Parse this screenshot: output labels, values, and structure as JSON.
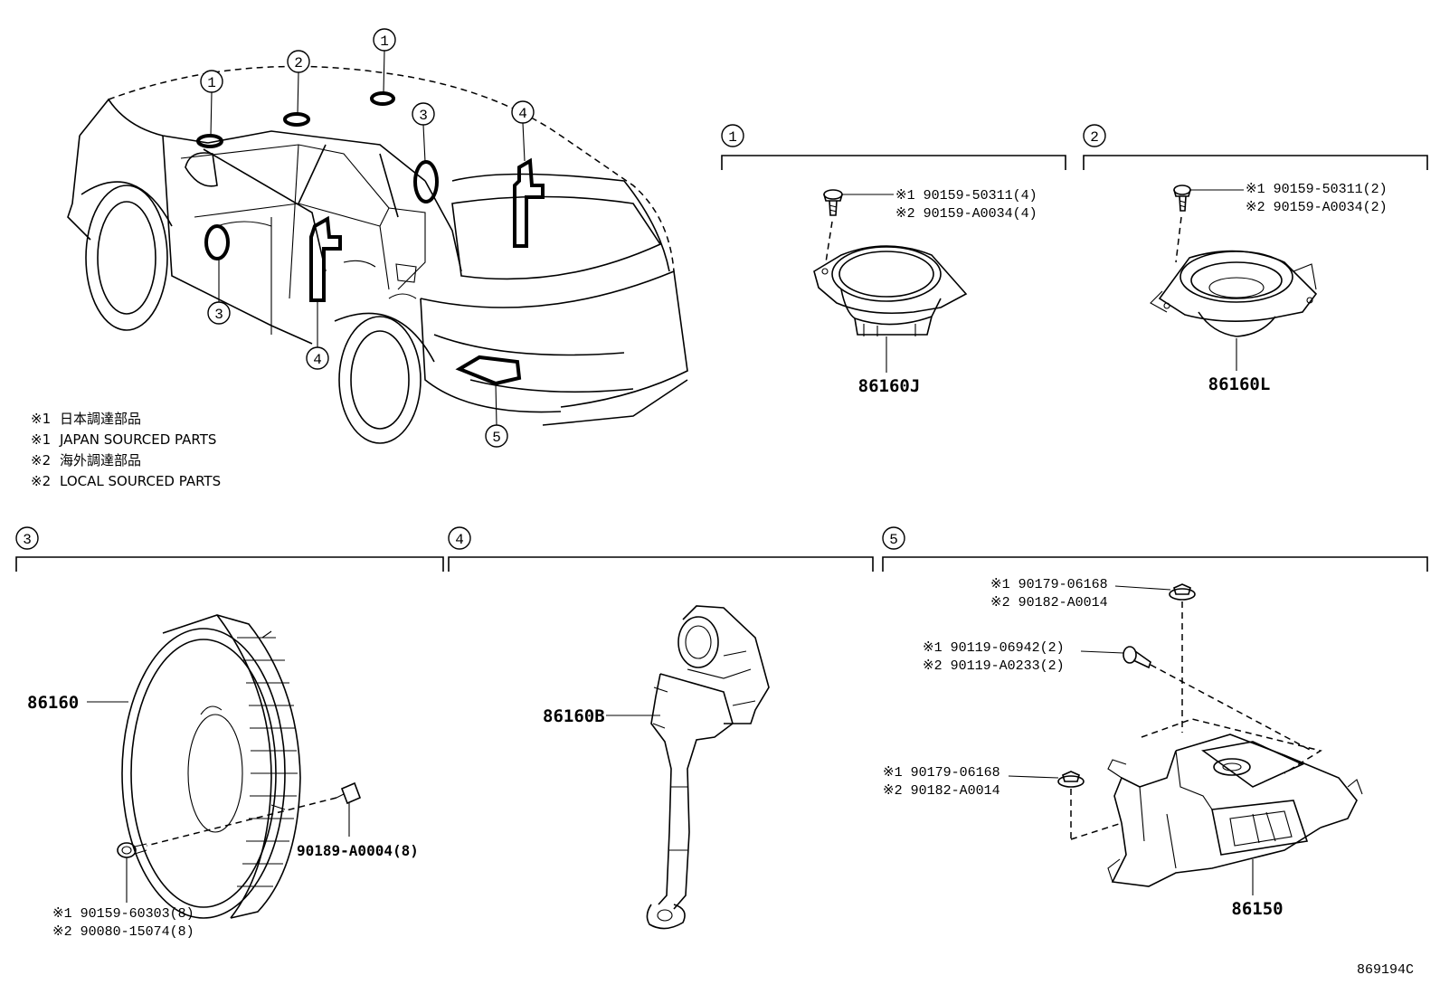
{
  "callouts": [
    "1",
    "2",
    "3",
    "4",
    "5"
  ],
  "notes": [
    {
      "mark": "※1",
      "text": "日本調達部品"
    },
    {
      "mark": "※1",
      "text": "JAPAN SOURCED PARTS"
    },
    {
      "mark": "※2",
      "text": "海外調達部品"
    },
    {
      "mark": "※2",
      "text": "LOCAL SOURCED PARTS"
    }
  ],
  "section1": {
    "screw_j": "※1 90159-50311(4)",
    "screw_l": "※2 90159-A0034(4)",
    "part": "86160J"
  },
  "section2": {
    "screw_j": "※1 90159-50311(2)",
    "screw_l": "※2 90159-A0034(2)",
    "part": "86160L"
  },
  "section3": {
    "part": "86160",
    "clip": "90189-A0004(8)",
    "screw_j": "※1  90159-60303(8)",
    "screw_l": "※2  90080-15074(8)"
  },
  "section4": {
    "part": "86160B"
  },
  "section5": {
    "nut_top_j": "※1 90179-06168",
    "nut_top_l": "※2 90182-A0014",
    "bolt_j": "※1 90119-06942(2)",
    "bolt_l": "※2 90119-A0233(2)",
    "nut_side_j": "※1 90179-06168",
    "nut_side_l": "※2 90182-A0014",
    "part": "86150"
  },
  "figure_code": "869194C"
}
